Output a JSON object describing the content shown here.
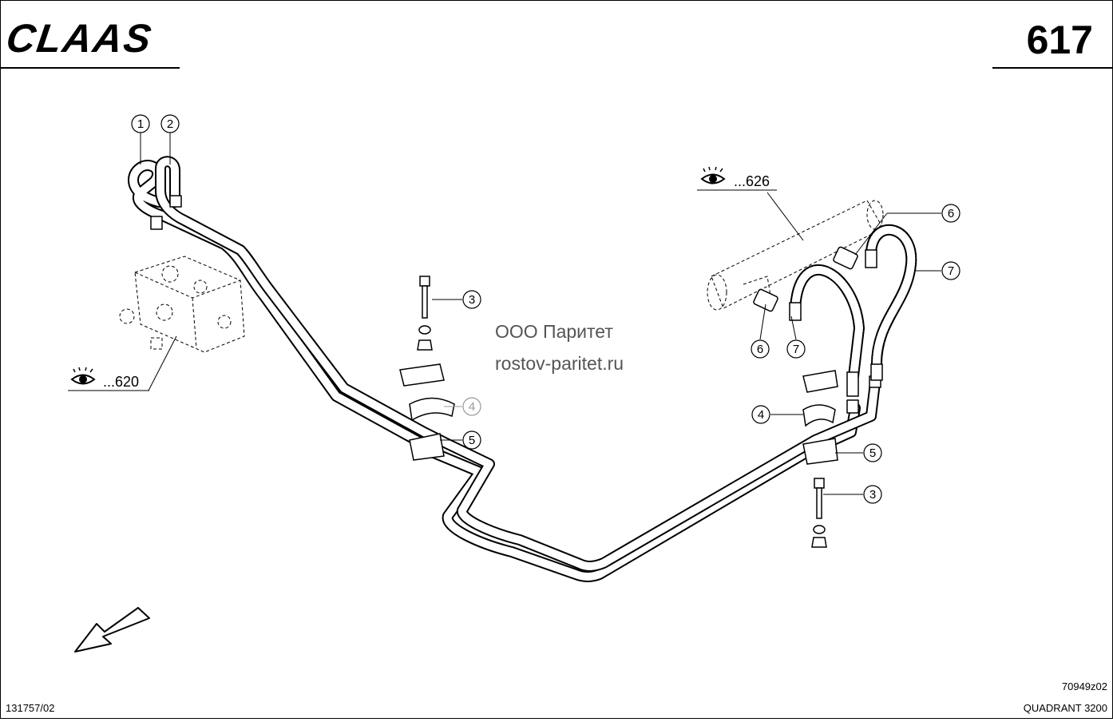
{
  "header": {
    "brand": "CLAAS",
    "page_number": "617"
  },
  "callouts": [
    {
      "label": "1"
    },
    {
      "label": "2"
    },
    {
      "label": "3"
    },
    {
      "label": "4"
    },
    {
      "label": "5"
    },
    {
      "label": "6"
    },
    {
      "label": "7"
    },
    {
      "label": "6"
    },
    {
      "label": "7"
    },
    {
      "label": "4"
    },
    {
      "label": "5"
    },
    {
      "label": "3"
    }
  ],
  "see_refs": [
    {
      "text": "...620"
    },
    {
      "text": "...626"
    }
  ],
  "watermark": {
    "line1": "ООО Паритет",
    "line2": "rostov-paritet.ru"
  },
  "footer": {
    "doc_number": "131757/02",
    "drawing_number": "70949z02",
    "model": "QUADRANT 3200"
  },
  "colors": {
    "line": "#000000",
    "watermark": "#555555",
    "faded": "#999999"
  },
  "icons": [
    "eye-icon",
    "direction-arrow-icon"
  ]
}
